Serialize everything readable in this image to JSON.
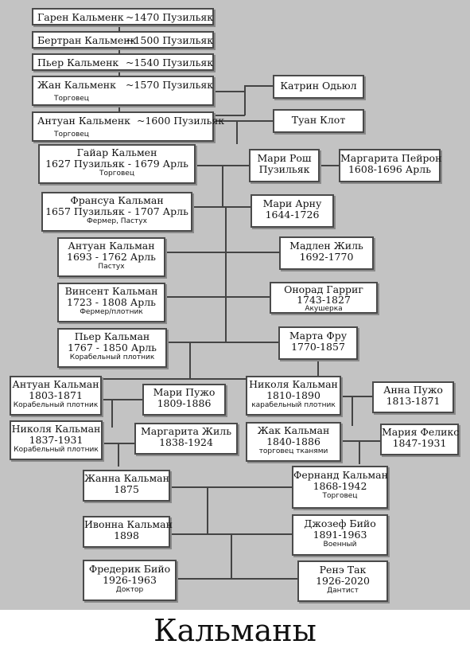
{
  "title": "Кальманы",
  "people": {
    "garen": {
      "name": "Гарен Кальменк",
      "years": "~1470 Пузильяк"
    },
    "bertran": {
      "name": "Бертран Кальменк",
      "years": "~1500 Пузильяк"
    },
    "pierre1": {
      "name": "Пьер Кальменк",
      "years": "~1540 Пузильяк"
    },
    "jean": {
      "name": "Жан Кальменк",
      "years": "~1570 Пузильяк",
      "occupation": "Торговец"
    },
    "antoine1": {
      "name": "Антуан Кальменк",
      "years": "~1600 Пузильяк",
      "occupation": "Торговец"
    },
    "katrin": {
      "name": "Катрин Одьюл"
    },
    "tuan": {
      "name": "Туан Клот"
    },
    "gaillard": {
      "name": "Гайар Кальмен",
      "years": "1627 Пузильяк - 1679 Арль",
      "occupation": "Торговец"
    },
    "marie_rosh": {
      "name": "Мари Рош",
      "years": "Пузильяк"
    },
    "margarita_peyron": {
      "name": "Маргарита Пейрон",
      "years": "1608-1696 Арль"
    },
    "francois": {
      "name": "Франсуа Кальман",
      "years": "1657 Пузильяк - 1707 Арль",
      "occupation": "Фермер, Пастух"
    },
    "marie_arnu": {
      "name": "Мари Арну",
      "years": "1644-1726"
    },
    "antoine2": {
      "name": "Антуан Кальман",
      "years": "1693 - 1762 Арль",
      "occupation": "Пастух"
    },
    "madlen": {
      "name": "Мадлен Жиль",
      "years": "1692-1770"
    },
    "vincent": {
      "name": "Винсент Кальман",
      "years": "1723 - 1808 Арль",
      "occupation": "Фермер/плотник"
    },
    "onorad": {
      "name": "Онорад Гарриг",
      "years": "1743-1827",
      "occupation": "Акушерка"
    },
    "pierre2": {
      "name": "Пьер Кальман",
      "years": "1767 - 1850 Арль",
      "occupation": "Корабельный плотник"
    },
    "marta": {
      "name": "Марта Фру",
      "years": "1770-1857"
    },
    "antoine3": {
      "name": "Антуан Кальман",
      "years": "1803-1871",
      "occupation": "Корабельный плотник"
    },
    "marie_puzho": {
      "name": "Мари Пужо",
      "years": "1809-1886"
    },
    "nicolas1": {
      "name": "Николя Кальман",
      "years": "1810-1890",
      "occupation": "карабельный плотник"
    },
    "anna": {
      "name": "Анна Пужо",
      "years": "1813-1871"
    },
    "nicolas2": {
      "name": "Николя Кальман",
      "years": "1837-1931",
      "occupation": "Корабельный плотник"
    },
    "margarita_zhil": {
      "name": "Маргарита Жиль",
      "years": "1838-1924"
    },
    "jacques": {
      "name": "Жак Кальман",
      "years": "1840-1886",
      "occupation": "торговец тканями"
    },
    "marie_felix": {
      "name": "Мария Феликс",
      "years": "1847-1931"
    },
    "jeanne": {
      "name": "Жанна Кальман",
      "years": "1875"
    },
    "fernand": {
      "name": "Фернанд Кальман",
      "years": "1868-1942",
      "occupation": "Торговец"
    },
    "yvonne": {
      "name": "Ивонна Кальман",
      "years": "1898"
    },
    "joseph": {
      "name": "Джозеф Бийо",
      "years": "1891-1963",
      "occupation": "Военный"
    },
    "frederic": {
      "name": "Фредерик Бийо",
      "years": "1926-1963",
      "occupation": "Доктор"
    },
    "rene": {
      "name": "Ренэ Так",
      "years": "1926-2020",
      "occupation": "Дантист"
    }
  }
}
